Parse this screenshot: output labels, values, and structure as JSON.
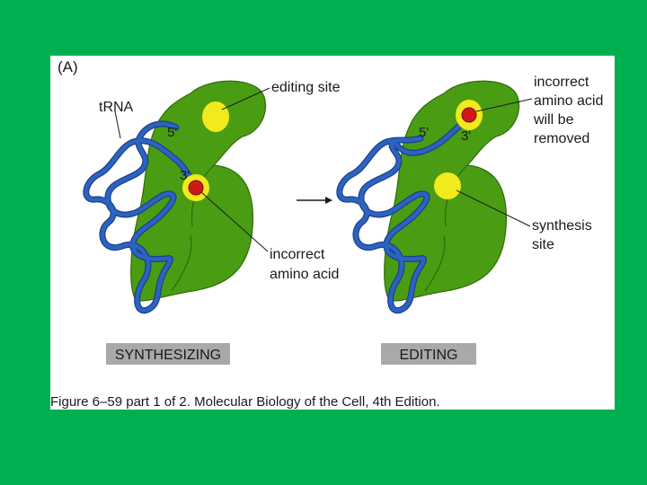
{
  "figure": {
    "panel_label": "(A)",
    "caption": "Figure 6–59 part 1 of 2. Molecular Biology of the Cell, 4th Edition."
  },
  "left": {
    "stage_label": "SYNTHESIZING",
    "trna_label": "tRNA",
    "editing_site_label": "editing site",
    "five_prime": "5'",
    "three_prime": "3'",
    "incorrect_aa_line1": "incorrect",
    "incorrect_aa_line2": "amino acid"
  },
  "right": {
    "stage_label": "EDITING",
    "five_prime": "5'",
    "three_prime": "3'",
    "removed_line1": "incorrect",
    "removed_line2": "amino acid",
    "removed_line3": "will be",
    "removed_line4": "removed",
    "synthesis_line1": "synthesis",
    "synthesis_line2": "site"
  },
  "colors": {
    "slide_background": "#00b050",
    "enzyme_green": "#4a9d12",
    "trna_blue": "#2b64c0",
    "site_yellow": "#f2ea1c",
    "amino_acid_red": "#d01818",
    "label_box_gray": "#a9a9a9"
  }
}
